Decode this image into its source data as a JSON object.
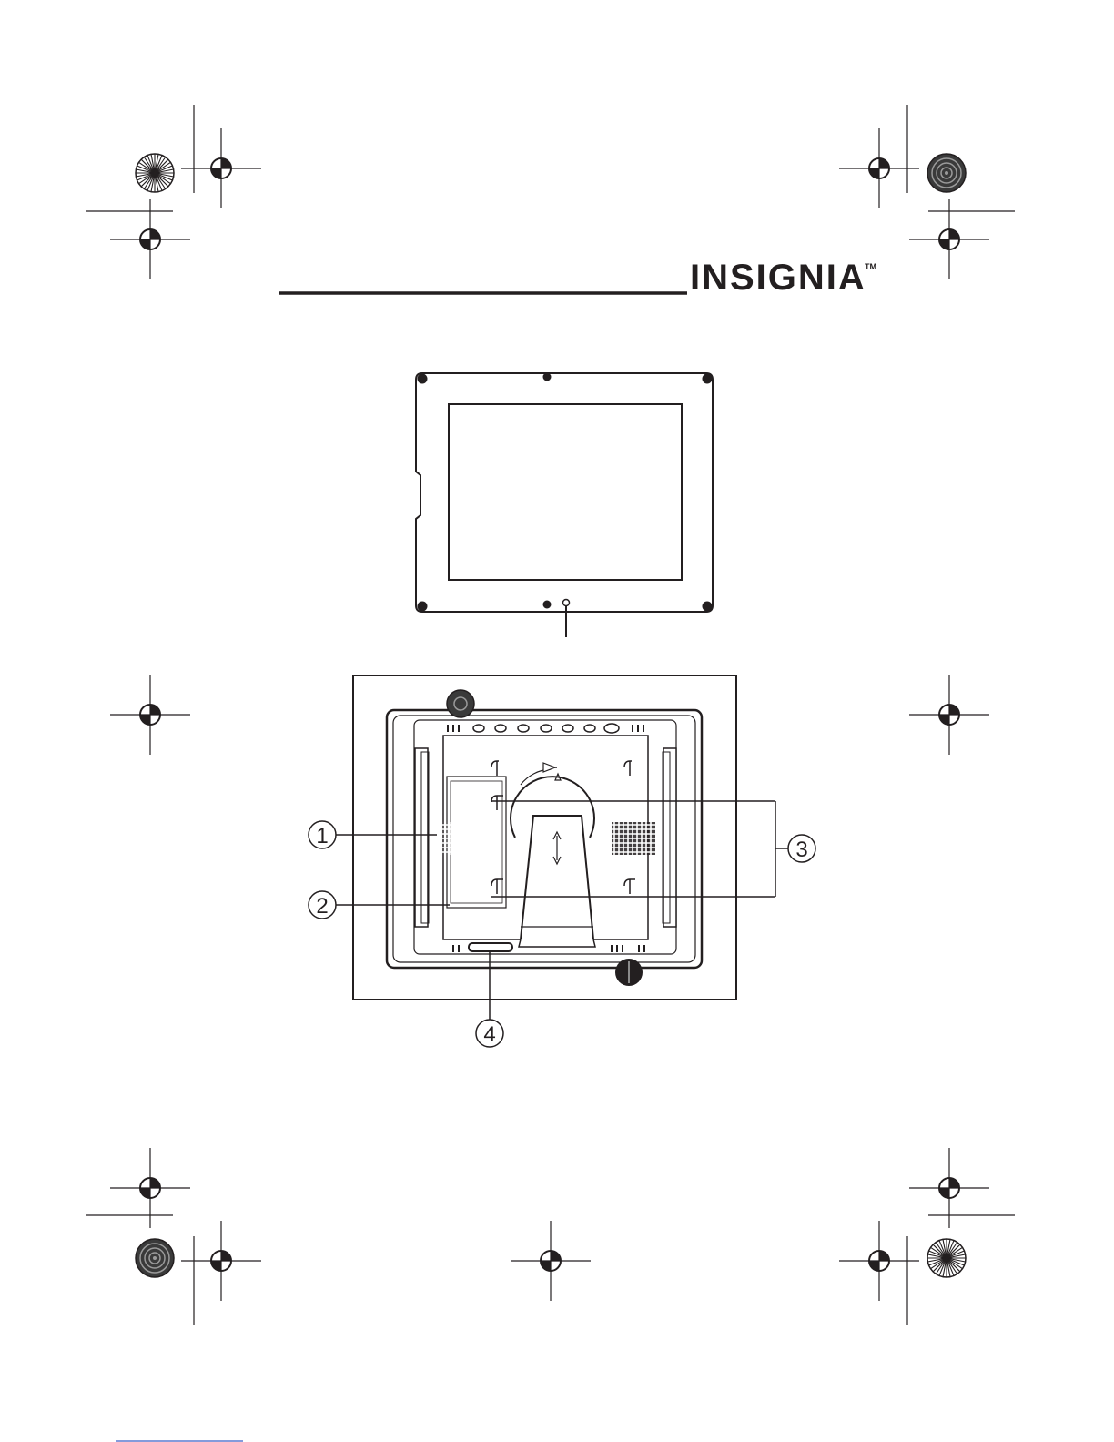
{
  "brand": {
    "name": "INSIGNIA",
    "trademark": "TM"
  },
  "callouts": [
    "1",
    "2",
    "3",
    "4"
  ],
  "colors": {
    "ink": "#231f20",
    "paper": "#ffffff"
  },
  "icons": [
    "registration-mark-icon",
    "color-target-icon"
  ]
}
